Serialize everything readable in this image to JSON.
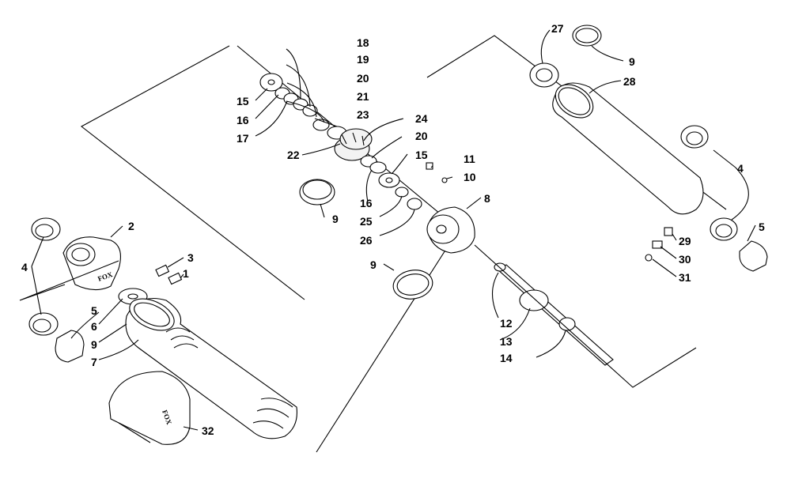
{
  "brand_mark": "FOX",
  "callouts": [
    "1",
    "2",
    "3",
    "4",
    "5",
    "6",
    "7",
    "8",
    "9",
    "10",
    "11",
    "12",
    "13",
    "14",
    "15",
    "16",
    "17",
    "18",
    "19",
    "20",
    "21",
    "22",
    "23",
    "24",
    "25",
    "26",
    "27",
    "28",
    "29",
    "30",
    "31",
    "32"
  ]
}
